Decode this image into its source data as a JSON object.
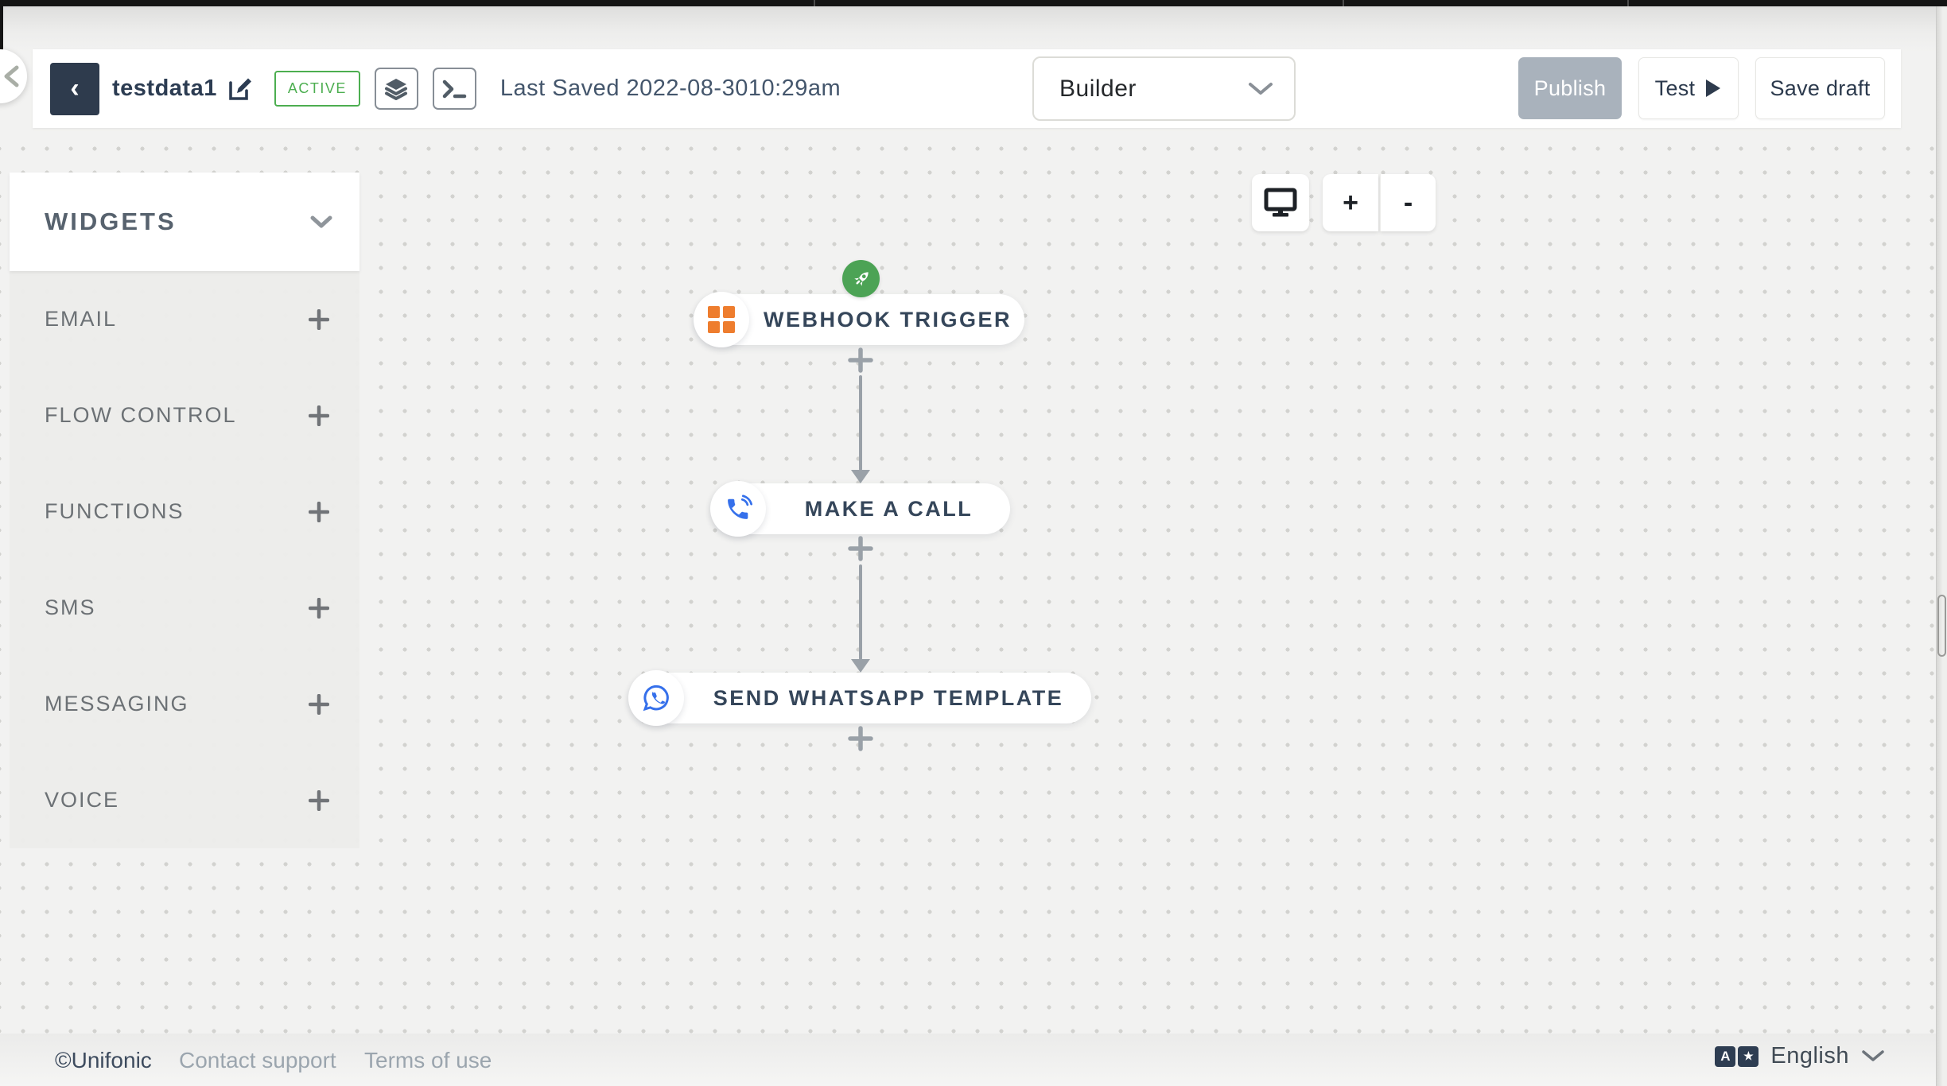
{
  "header": {
    "title": "testdata1",
    "status_badge": "ACTIVE",
    "last_saved": "Last Saved 2022-08-3010:29am",
    "view_select_value": "Builder",
    "publish_label": "Publish",
    "test_label": "Test",
    "save_draft_label": "Save draft"
  },
  "sidebar": {
    "title": "WIDGETS",
    "items": [
      {
        "label": "EMAIL"
      },
      {
        "label": "FLOW CONTROL"
      },
      {
        "label": "FUNCTIONS"
      },
      {
        "label": "SMS"
      },
      {
        "label": "MESSAGING"
      },
      {
        "label": "VOICE"
      }
    ]
  },
  "canvas": {
    "zoom_in": "+",
    "zoom_out": "-",
    "nodes": [
      {
        "label": "WEBHOOK TRIGGER",
        "icon": "grid-icon",
        "badge": "rocket-icon"
      },
      {
        "label": "MAKE A CALL",
        "icon": "phone-icon"
      },
      {
        "label": "SEND WHATSAPP TEMPLATE",
        "icon": "whatsapp-icon"
      }
    ]
  },
  "footer": {
    "copyright": "©Unifonic",
    "contact_support": "Contact support",
    "terms_of_use": "Terms of use",
    "language": "English"
  },
  "icons": {
    "back_chevron": "‹",
    "collapse_chevron": "‹",
    "translate_a": "A",
    "translate_star": "★"
  },
  "colors": {
    "active_green": "#4cae50",
    "trigger_badge_green": "#4ca355",
    "node_text": "#35465a",
    "webhook_orange": "#ee7d2e",
    "call_blue": "#3570eb",
    "whatsapp_blue": "#3570eb",
    "publish_disabled_gray": "#a9b2bc",
    "header_dark": "#2e3b4d",
    "connector_gray": "#9aa1a8"
  }
}
